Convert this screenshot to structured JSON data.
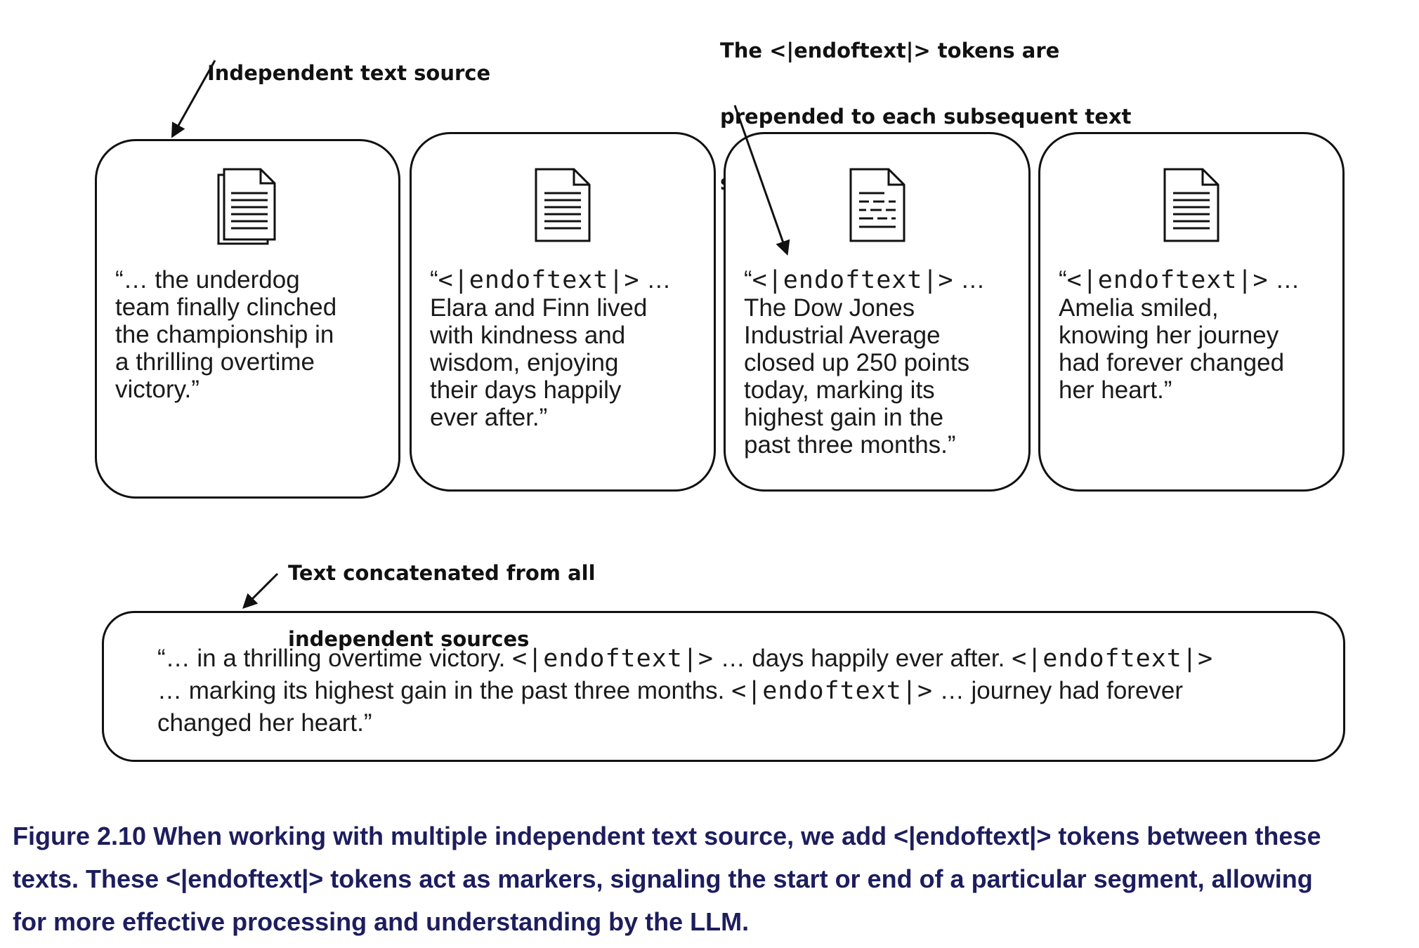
{
  "annotations": {
    "independent_source": "Independent text source",
    "endoftext_note": [
      "The <|endoftext|> tokens are",
      "prepended to each subsequent text",
      "source"
    ],
    "concatenated_note": [
      "Text concatenated from all",
      "independent sources"
    ]
  },
  "sources": [
    {
      "icon": "stacked-documents-icon",
      "lines": [
        {
          "text": "“… the underdog"
        },
        {
          "text": "team finally clinched"
        },
        {
          "text": "the championship in"
        },
        {
          "text": "a thrilling overtime"
        },
        {
          "text": "victory.”"
        }
      ]
    },
    {
      "icon": "document-icon",
      "token_prefix": "“",
      "token": "<|endoftext|>",
      "token_suffix": " …",
      "lines": [
        {
          "text": "Elara and Finn lived"
        },
        {
          "text": "with kindness and"
        },
        {
          "text": "wisdom, enjoying"
        },
        {
          "text": "their days happily"
        },
        {
          "text": "ever after.”"
        }
      ]
    },
    {
      "icon": "spreadsheet-document-icon",
      "token_prefix": "“",
      "token": "<|endoftext|>",
      "token_suffix": " …",
      "lines": [
        {
          "text": "The Dow Jones"
        },
        {
          "text": "Industrial Average"
        },
        {
          "text": "closed up 250 points"
        },
        {
          "text": "today, marking its"
        },
        {
          "text": "highest gain in the"
        },
        {
          "text": "past three months.”"
        }
      ]
    },
    {
      "icon": "document-icon",
      "token_prefix": "“",
      "token": "<|endoftext|>",
      "token_suffix": " …",
      "lines": [
        {
          "text": "Amelia smiled,"
        },
        {
          "text": "knowing her journey"
        },
        {
          "text": "had forever changed"
        },
        {
          "text": "her heart.”"
        }
      ]
    }
  ],
  "concatenated": {
    "line1": {
      "a": "“… in a thrilling overtime victory. ",
      "t1": "<|endoftext|>",
      "b": " … days happily ever after. ",
      "t2": "<|endoftext|>"
    },
    "line2": {
      "a": "… marking its highest gain in the past three months. ",
      "t1": "<|endoftext|>",
      "b": " … journey had forever"
    },
    "line3": "changed her heart.”"
  },
  "caption": [
    "Figure 2.10 When working with multiple independent text source, we add <|endoftext|> tokens between these",
    "texts. These <|endoftext|> tokens act as markers, signaling the start or end of a particular segment, allowing",
    "for more effective processing and understanding by the LLM."
  ]
}
